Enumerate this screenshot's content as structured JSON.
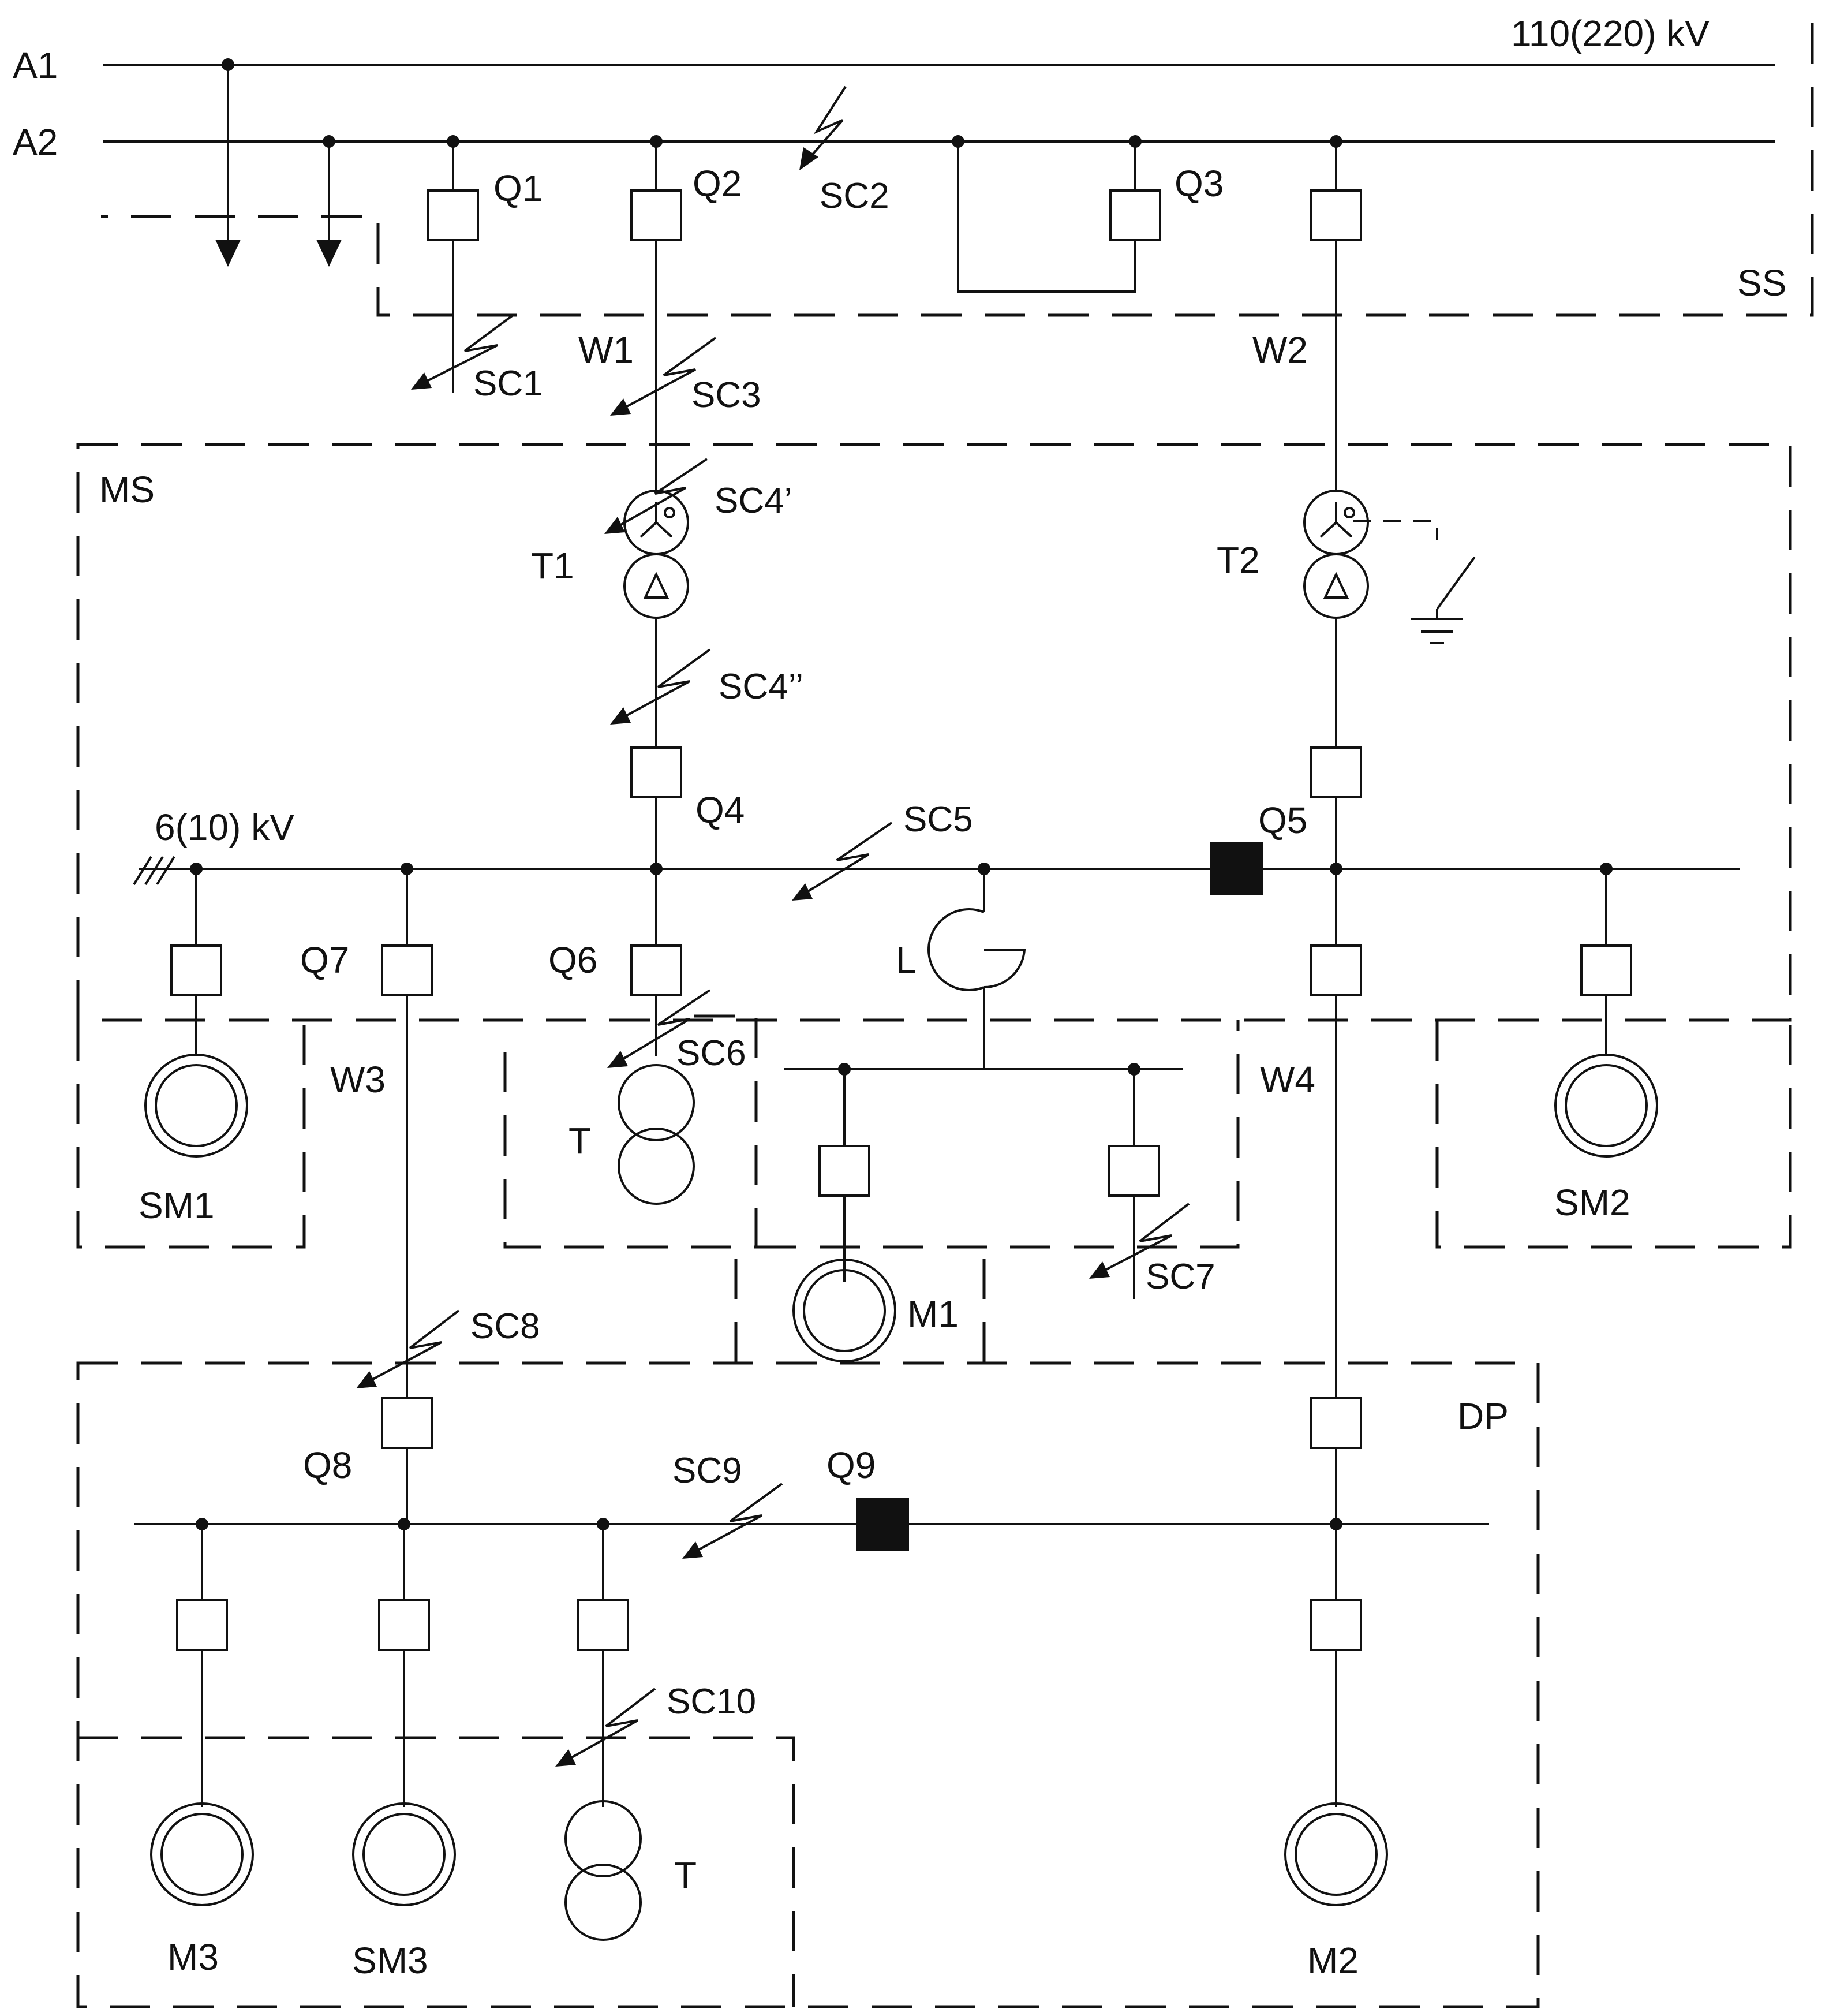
{
  "diagram": {
    "buses": {
      "a1": "A1",
      "a2": "A2",
      "high_voltage": "110(220) kV",
      "medium_voltage": "6(10) kV"
    },
    "zones": {
      "ss": "SS",
      "ms": "MS",
      "dp": "DP"
    },
    "breakers": {
      "q1": "Q1",
      "q2": "Q2",
      "q3": "Q3",
      "q4": "Q4",
      "q5": "Q5",
      "q6": "Q6",
      "q7": "Q7",
      "q8": "Q8",
      "q9": "Q9"
    },
    "lines": {
      "w1": "W1",
      "w2": "W2",
      "w3": "W3",
      "w4": "W4"
    },
    "transformers": {
      "t1": "T1",
      "t2": "T2",
      "t_ms": "T",
      "t_dp": "T"
    },
    "reactor": "L",
    "machines": {
      "sm1": "SM1",
      "sm2": "SM2",
      "sm3": "SM3",
      "m1": "M1",
      "m2": "M2",
      "m3": "M3"
    },
    "faults": {
      "sc1": "SC1",
      "sc2": "SC2",
      "sc3": "SC3",
      "sc4a": "SC4’",
      "sc4b": "SC4’’",
      "sc5": "SC5",
      "sc6": "SC6",
      "sc7": "SC7",
      "sc8": "SC8",
      "sc9": "SC9",
      "sc10": "SC10"
    }
  }
}
